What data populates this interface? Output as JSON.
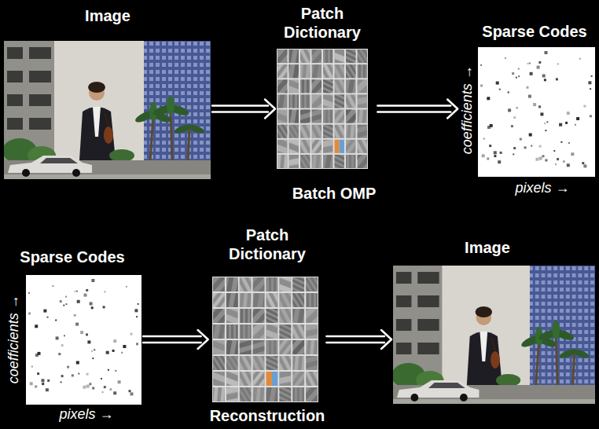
{
  "diagram": {
    "nodes": [
      {
        "text": [
          "Image"
        ]
      },
      {
        "text": [
          "Patch Dictionary",
          "Batch OMP"
        ]
      },
      {
        "text": [
          "Sparse Codes",
          "coefficients →",
          "pixels →"
        ]
      },
      {
        "text": [
          "Sparse Codes",
          "coefficients →",
          "pixels →"
        ]
      },
      {
        "text": [
          "Patch Dictionary",
          "Reconstruction"
        ]
      },
      {
        "text": [
          "Image"
        ]
      }
    ],
    "edges": [
      {
        "from": 0,
        "to": 1,
        "arrow": "to"
      },
      {
        "from": 1,
        "to": 2,
        "arrow": "to"
      },
      {
        "from": 3,
        "to": 4,
        "arrow": "to"
      },
      {
        "from": 4,
        "to": 5,
        "arrow": "to"
      }
    ]
  }
}
